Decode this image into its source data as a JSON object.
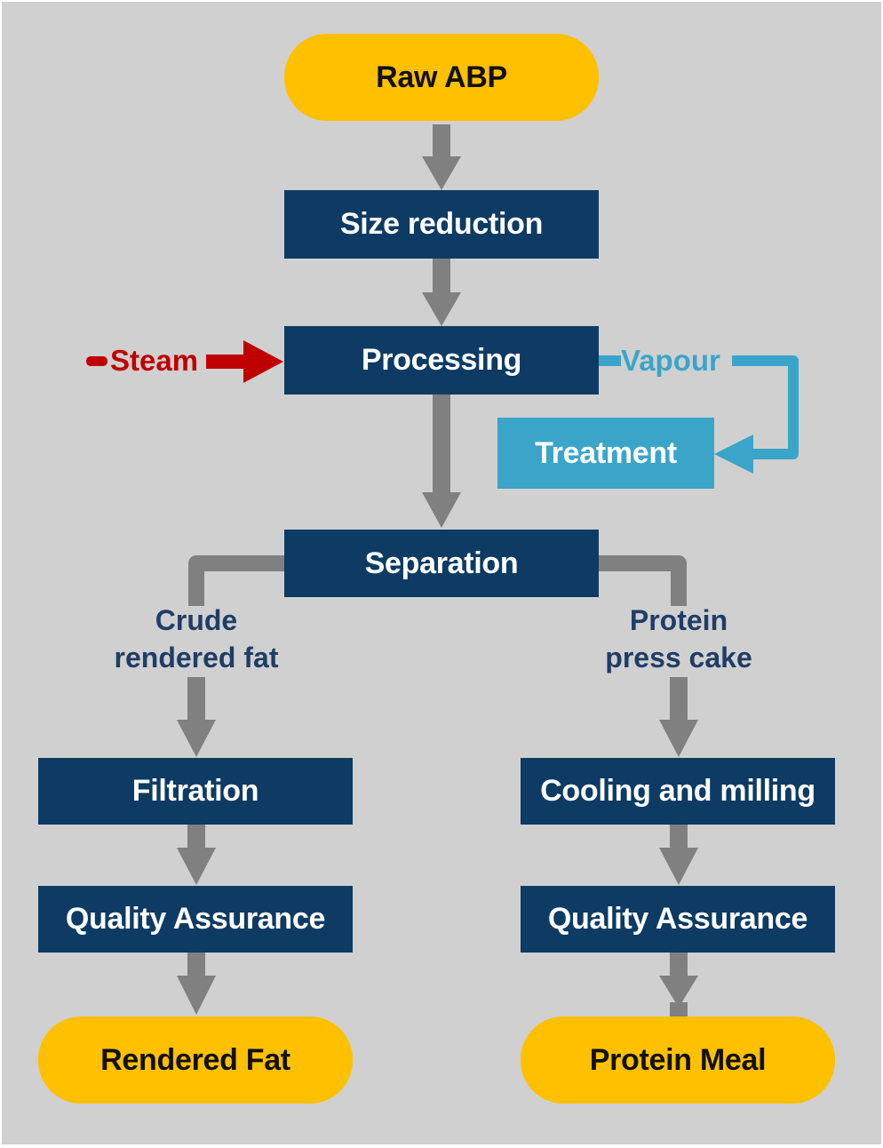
{
  "colors": {
    "background": "#d0d0d0",
    "terminal": "#ffc000",
    "process": "#0d3b63",
    "treatment": "#3aa5c9",
    "arrow": "#808080",
    "steam": "#c00000",
    "vapour": "#3aa5c9",
    "branch_label": "#1f3d66"
  },
  "nodes": {
    "raw_abp": "Raw ABP",
    "size_reduction": "Size reduction",
    "processing": "Processing",
    "treatment": "Treatment",
    "separation": "Separation",
    "filtration": "Filtration",
    "qa_left": "Quality Assurance",
    "rendered_fat": "Rendered Fat",
    "cooling_milling": "Cooling and milling",
    "qa_right": "Quality Assurance",
    "protein_meal": "Protein Meal"
  },
  "labels": {
    "steam": "Steam",
    "vapour": "Vapour",
    "crude_fat": [
      "Crude",
      "rendered fat"
    ],
    "press_cake": [
      "Protein",
      "press cake"
    ]
  }
}
